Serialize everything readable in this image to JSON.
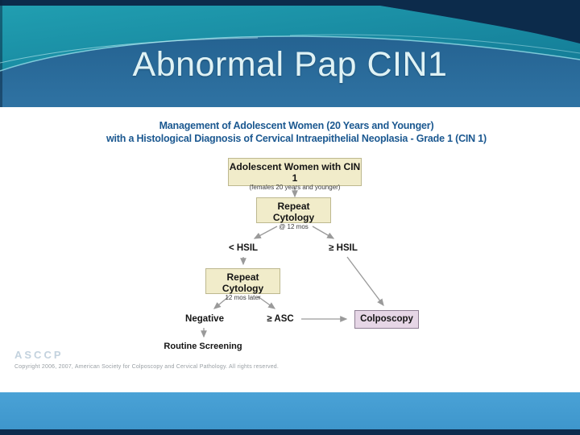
{
  "slide": {
    "title": "Abnormal Pap CIN1"
  },
  "flowchart": {
    "heading_line1": "Management of Adolescent Women (20 Years and Younger)",
    "heading_line2": "with a Histological Diagnosis of Cervical Intraepithelial Neoplasia - Grade 1 (CIN 1)",
    "nodes": {
      "start": {
        "title": "Adolescent Women with CIN 1",
        "subtitle": "(females 20 years and younger)"
      },
      "repeat_cytology_1": {
        "title": "Repeat Cytology",
        "subtitle": "@ 12 mos"
      },
      "lt_hsil": {
        "label": "< HSIL"
      },
      "ge_hsil": {
        "label": "≥ HSIL"
      },
      "repeat_cytology_2": {
        "title": "Repeat Cytology",
        "subtitle": "12 mos later"
      },
      "negative": {
        "label": "Negative"
      },
      "ge_asc": {
        "label": "≥ ASC"
      },
      "colposcopy": {
        "label": "Colposcopy"
      },
      "routine_screening": {
        "label": "Routine Screening"
      }
    },
    "logo": "ASCCP",
    "copyright": "Copyright 2006, 2007, American Society for Colposcopy and Cervical Pathology. All rights reserved."
  },
  "colors": {
    "header_navy": "#0c2b4b",
    "header_teal": "#1b93a8",
    "header_blue": "#2a6b9c",
    "title_text": "#dff2f5",
    "heading_blue": "#1b5890",
    "cream_box_fill": "#f1ecca",
    "cream_box_border": "#bdb88f",
    "lavender_box_fill": "#e6d6e6",
    "lavender_box_border": "#8f7f94",
    "arrow_gray": "#9a9a9a",
    "footer_blue": "#3f9ad1"
  }
}
